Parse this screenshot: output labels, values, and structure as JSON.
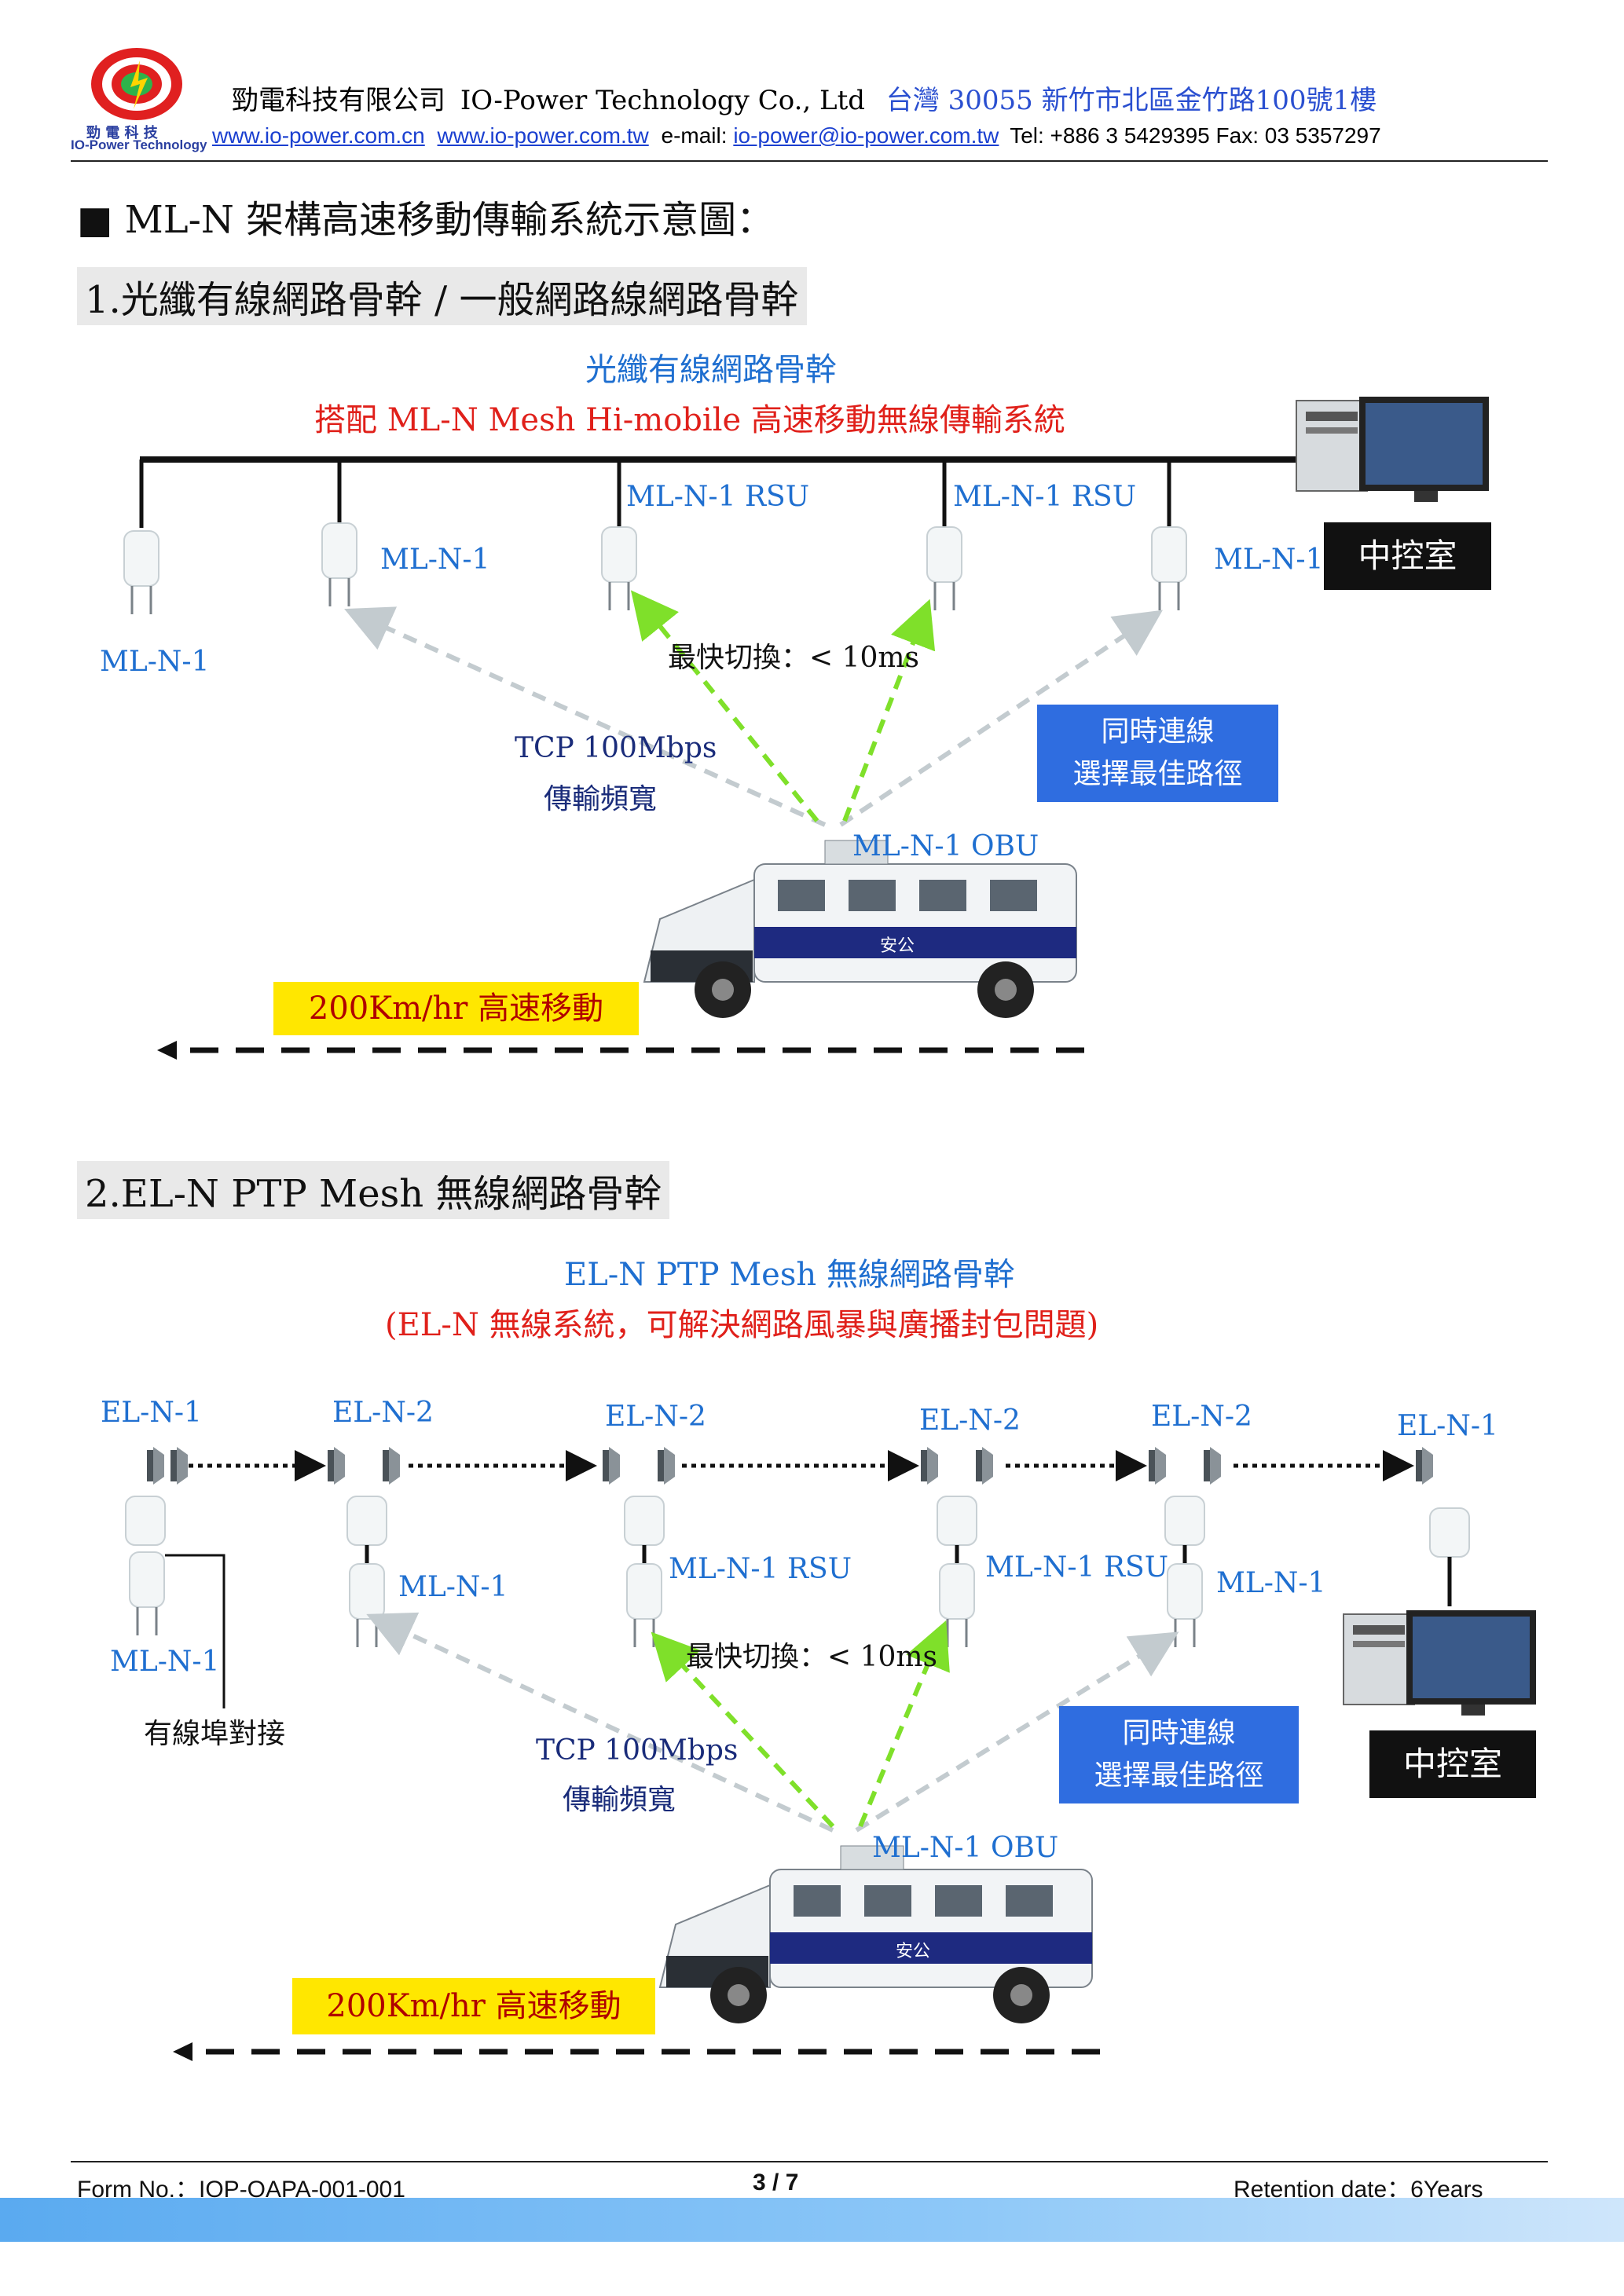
{
  "header": {
    "logo_text_cn": "勁 電 科 技",
    "logo_text_en": "IO-Power Technology",
    "company_cn": "勁電科技有限公司",
    "company_en": "IO-Power Technology Co., Ltd",
    "address": "台灣 30055 新竹市北區金竹路100號1樓",
    "website1": "www.io-power.com.cn",
    "website2": "www.io-power.com.tw",
    "email_label": "e-mail:",
    "email": "io-power@io-power.com.tw",
    "phone": "Tel: +886 3 5429395 Fax: 03 5357297"
  },
  "page_title": "■ ML-N 架構高速移動傳輸系統示意圖：",
  "section1": {
    "title": "1.光纖有線網路骨幹 / 一般網路線網路骨幹",
    "diagram_title": "光纖有線網路骨幹",
    "diagram_subtitle": "搭配 ML-N Mesh Hi-mobile 高速移動無線傳輸系統",
    "node1": "ML-N-1",
    "node2": "ML-N-1",
    "rsu1": "ML-N-1 RSU",
    "rsu2": "ML-N-1 RSU",
    "node5": "ML-N-1",
    "control_room": "中控室",
    "handover": "最快切換：< 10ms",
    "tcp_line1": "TCP 100Mbps",
    "tcp_line2": "傳輸頻寬",
    "box_line1": "同時連線",
    "box_line2": "選擇最佳路徑",
    "obu": "ML-N-1 OBU",
    "speed": "200Km/hr 高速移動",
    "van_text": "安公"
  },
  "section2": {
    "title": "2.EL-N PTP Mesh 無線網路骨幹",
    "diagram_title": "EL-N PTP Mesh 無線網路骨幹",
    "diagram_subtitle": "(EL-N 無線系統，可解決網路風暴與廣播封包問題)",
    "el1a": "EL-N-1",
    "el2a": "EL-N-2",
    "el2b": "EL-N-2",
    "el2c": "EL-N-2",
    "el2d": "EL-N-2",
    "el1b": "EL-N-1",
    "ml_left": "ML-N-1",
    "ml2": "ML-N-1",
    "rsu1": "ML-N-1 RSU",
    "rsu2": "ML-N-1 RSU",
    "ml5": "ML-N-1",
    "wired": "有線埠對接",
    "handover": "最快切換：< 10ms",
    "tcp_line1": "TCP 100Mbps",
    "tcp_line2": "傳輸頻寬",
    "box_line1": "同時連線",
    "box_line2": "選擇最佳路徑",
    "control_room": "中控室",
    "obu": "ML-N-1 OBU",
    "speed": "200Km/hr 高速移動",
    "van_text": "安公"
  },
  "footer": {
    "form_no": "Form No.：IOP-OAPA-001-001",
    "page": "3 / 7",
    "retention": "Retention date：6Years"
  },
  "colors": {
    "blue_text": "#1f6fd0",
    "red_text": "#e0201a",
    "blue_box": "#2f6de0",
    "yellow_box": "#ffe700",
    "green_link": "#7fe02a",
    "grey_link": "#c0c8cc"
  }
}
